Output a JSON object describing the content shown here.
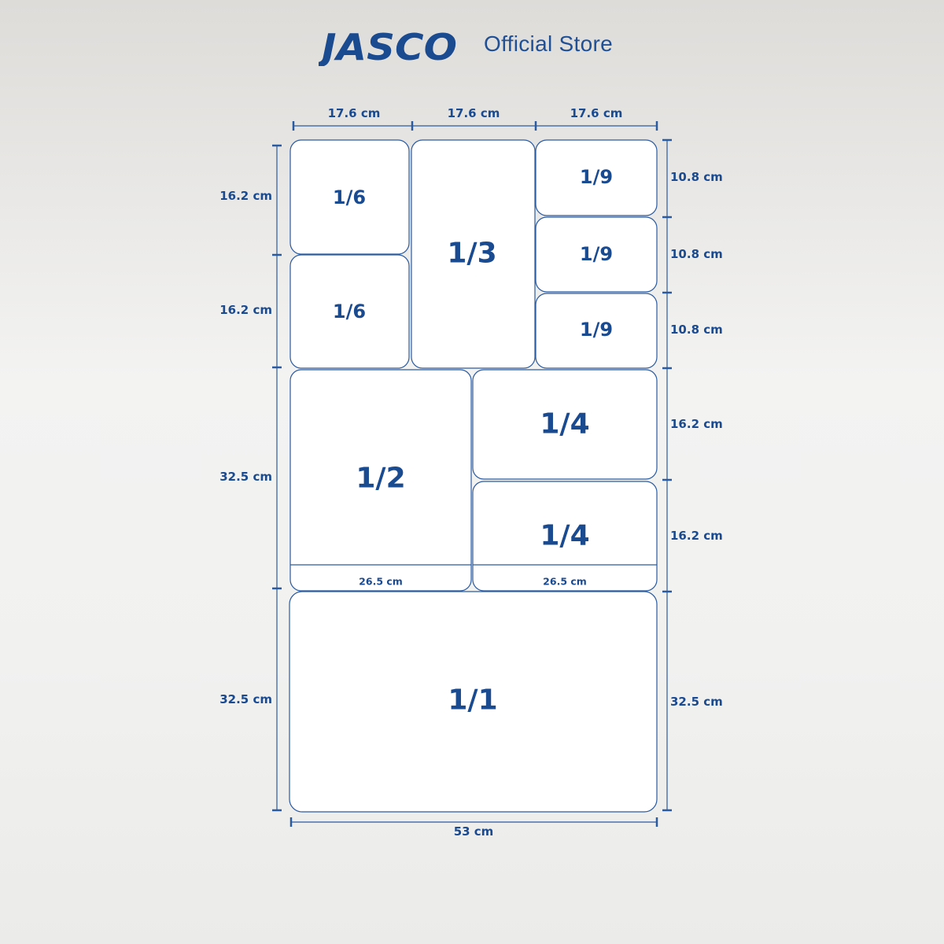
{
  "brand": {
    "logo": "JASCO",
    "store": "Official Store",
    "color": "#1a4a8f"
  },
  "dimensions": {
    "top": [
      "17.6 cm",
      "17.6 cm",
      "17.6 cm"
    ],
    "left": [
      "16.2 cm",
      "16.2 cm",
      "32.5 cm",
      "32.5 cm"
    ],
    "right": [
      "10.8 cm",
      "10.8 cm",
      "10.8 cm",
      "16.2 cm",
      "16.2 cm",
      "32.5 cm"
    ],
    "bottom": "53 cm",
    "half_width_a": "26.5 cm",
    "half_width_b": "26.5 cm"
  },
  "pans": {
    "sixth_a": "1/6",
    "sixth_b": "1/6",
    "third": "1/3",
    "ninth_a": "1/9",
    "ninth_b": "1/9",
    "ninth_c": "1/9",
    "half": "1/2",
    "quarter_a": "1/4",
    "quarter_b": "1/4",
    "full": "1/1"
  }
}
